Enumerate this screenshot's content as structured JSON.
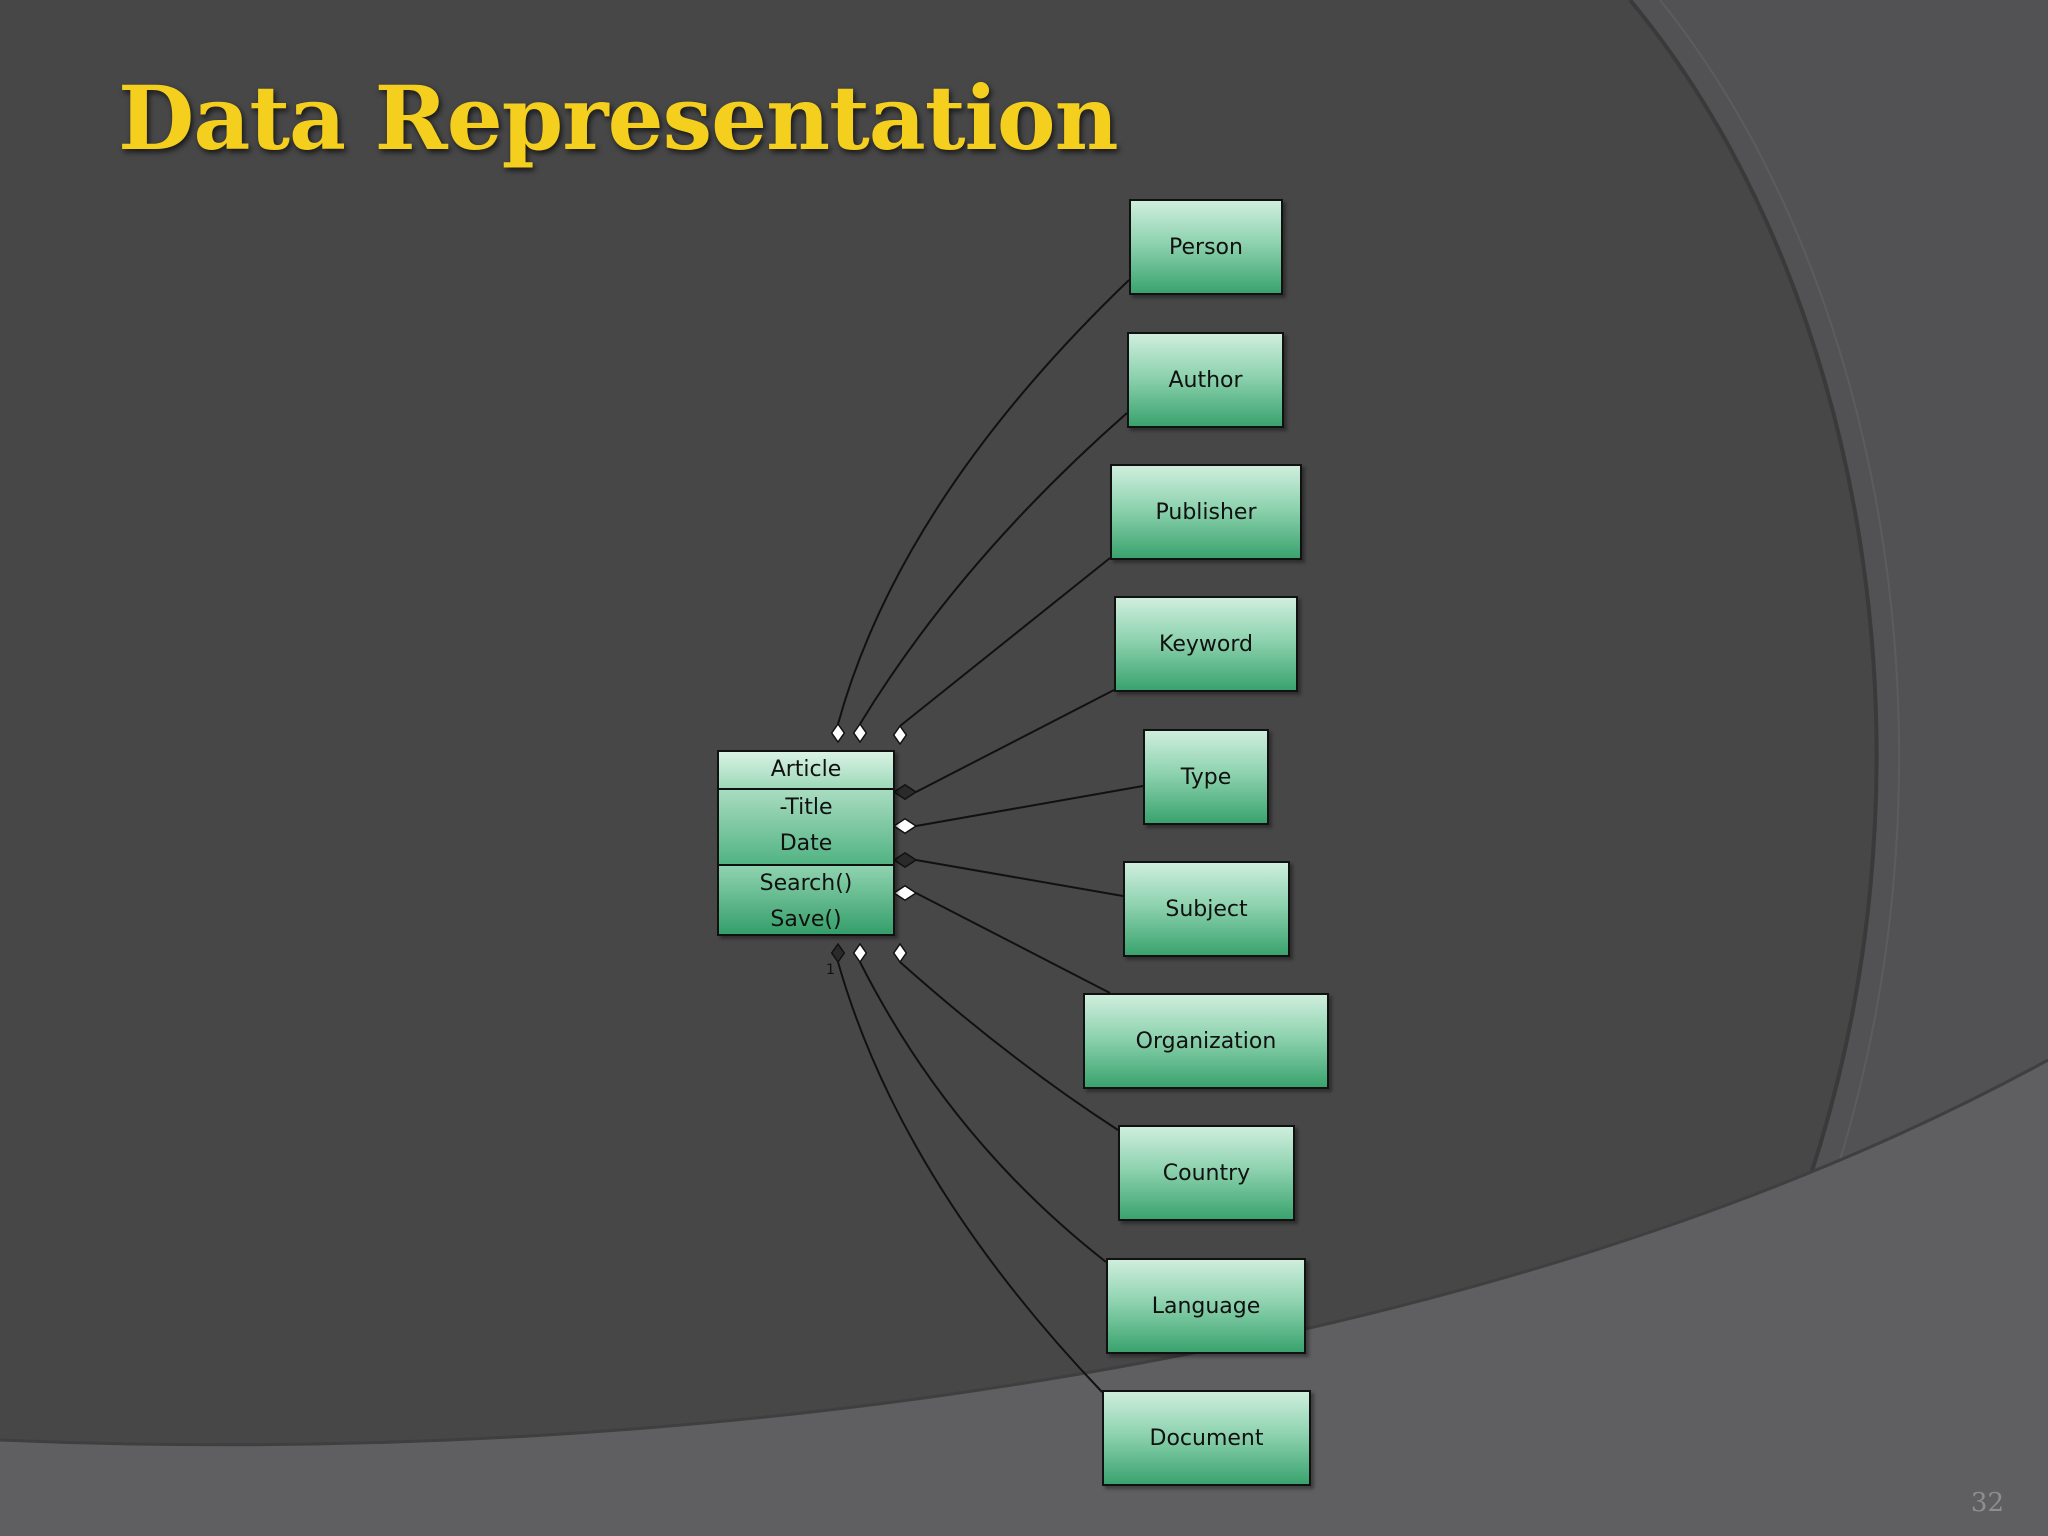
{
  "slide": {
    "title": "Data Representation",
    "page_number": "32"
  },
  "article": {
    "name": "Article",
    "attributes": [
      "-Title",
      "Date"
    ],
    "operations": [
      "Search()",
      "Save()"
    ],
    "multiplicity_label": "1"
  },
  "entities": [
    "Person",
    "Author",
    "Publisher",
    "Keyword",
    "Type",
    "Subject",
    "Organization",
    "Country",
    "Language",
    "Document"
  ],
  "colors": {
    "background": "#474748",
    "title": "#f4cf1e",
    "box_top": "#cfeedd",
    "box_bottom": "#3aa36e"
  }
}
